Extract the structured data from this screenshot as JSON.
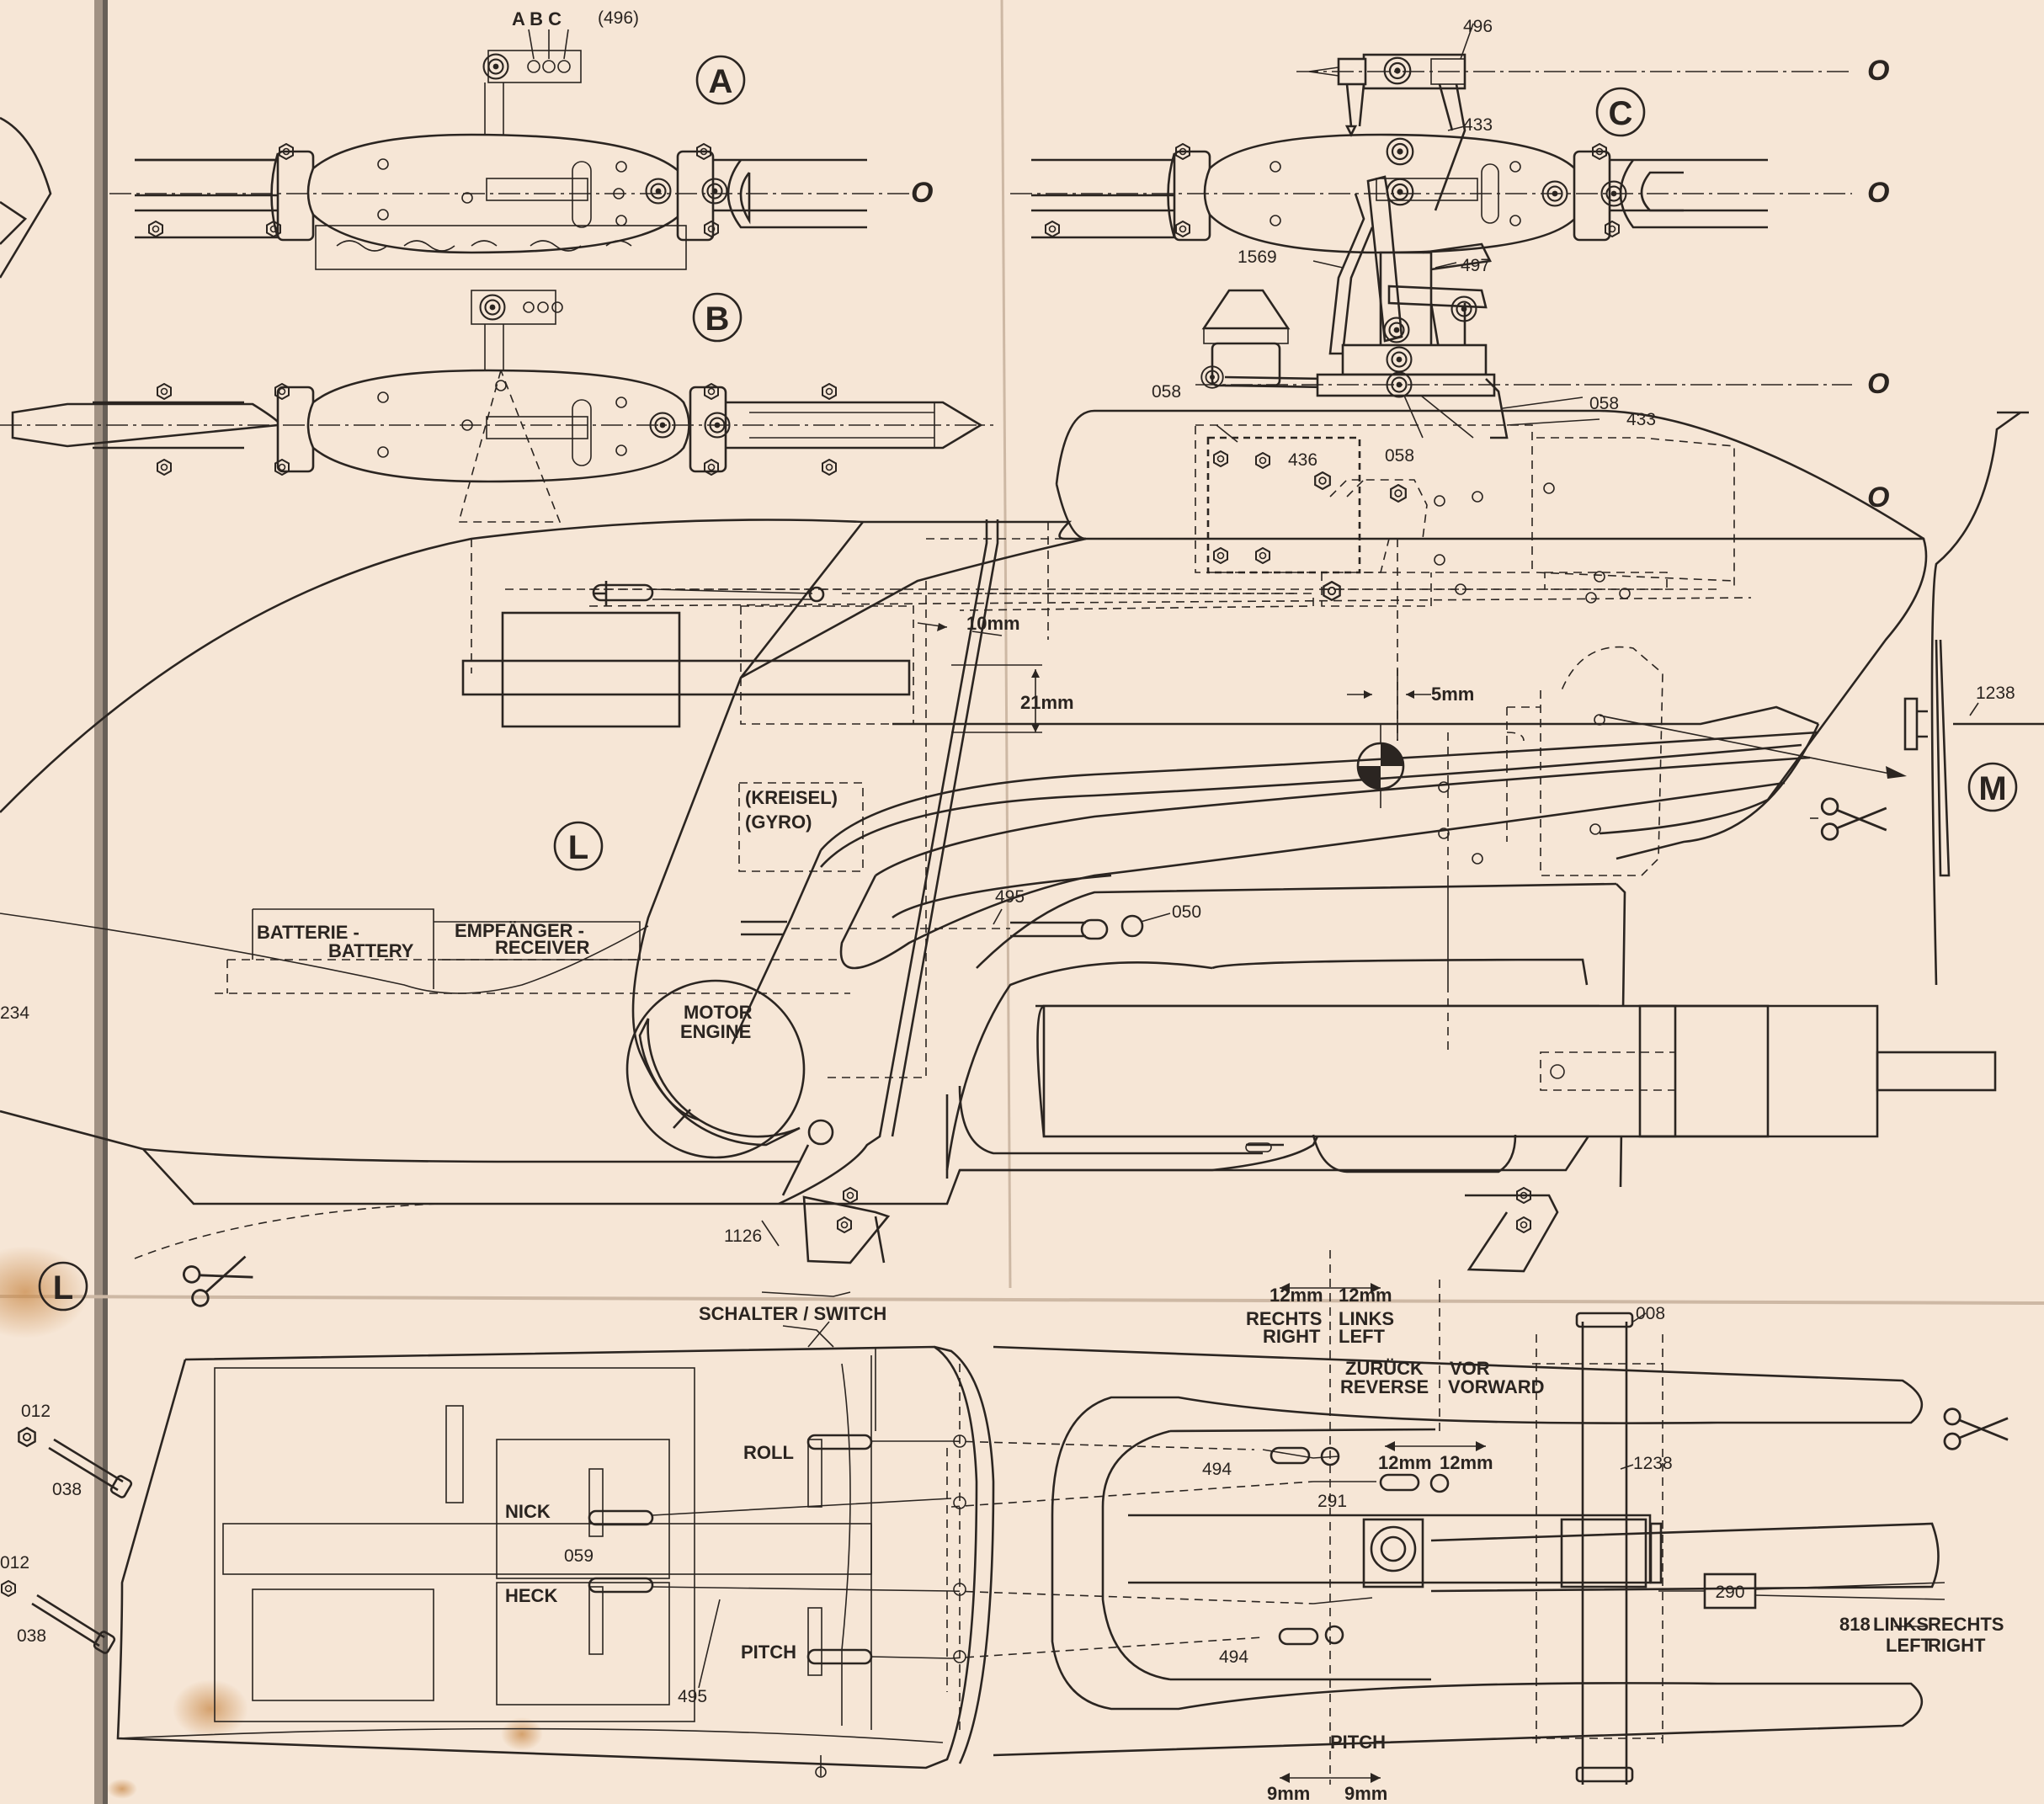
{
  "views": {
    "A": "A",
    "B": "B",
    "C": "C",
    "L": "L",
    "L2": "L",
    "M": "M"
  },
  "header": {
    "abc": "A B C",
    "abc_part": "(496)"
  },
  "zero_marks": [
    "O",
    "O",
    "O",
    "O",
    "O"
  ],
  "parts": {
    "p496": "496",
    "p433a": "433",
    "p1569": "1569",
    "p497": "497",
    "p058a": "058",
    "p436": "436",
    "p058b": "058",
    "p058c": "058",
    "p433b": "433",
    "p1238a": "1238",
    "p495a": "495",
    "p050": "050",
    "p1126": "1126",
    "p234": "234",
    "p008": "008",
    "p012a": "012",
    "p038a": "038",
    "p012b": "012",
    "p038b": "038",
    "p494a": "494",
    "p291": "291",
    "p059": "059",
    "p495b": "495",
    "p1238b": "1238",
    "p290": "290",
    "p494b": "494",
    "p818": "818"
  },
  "dimensions": {
    "d10": "10mm",
    "d21": "21mm",
    "d5": "5mm",
    "d12a": "12mm",
    "d12b": "12mm",
    "d12c": "12mm",
    "d12d": "12mm",
    "d9a": "9mm",
    "d9b": "9mm"
  },
  "labels": {
    "kreisel": "(KREISEL)",
    "gyro": "(GYRO)",
    "batterie": "BATTERIE -",
    "battery": "BATTERY",
    "empfaenger": "EMPFÄNGER -",
    "receiver": "RECEIVER",
    "motor": "MOTOR",
    "engine": "ENGINE",
    "schalter": "SCHALTER / SWITCH",
    "rechts": "RECHTS",
    "right": "RIGHT",
    "links": "LINKS",
    "left": "LEFT",
    "zurueck": "ZURÜCK",
    "reverse": "REVERSE",
    "vor": "VOR",
    "vorward": "VORWARD",
    "roll": "ROLL",
    "nick": "NICK",
    "heck": "HECK",
    "pitch": "PITCH",
    "links2": "LINKS",
    "left2": "LEFT",
    "rechts2": "RECHTS",
    "right2": "RIGHT",
    "pitch2": "PITCH"
  },
  "icons": {
    "scissors": "scissors-icon",
    "balance": "center-of-gravity-icon"
  },
  "colors": {
    "paper": "#f6e6d6",
    "ink": "#2b2521",
    "stain": "#c98a4a"
  }
}
